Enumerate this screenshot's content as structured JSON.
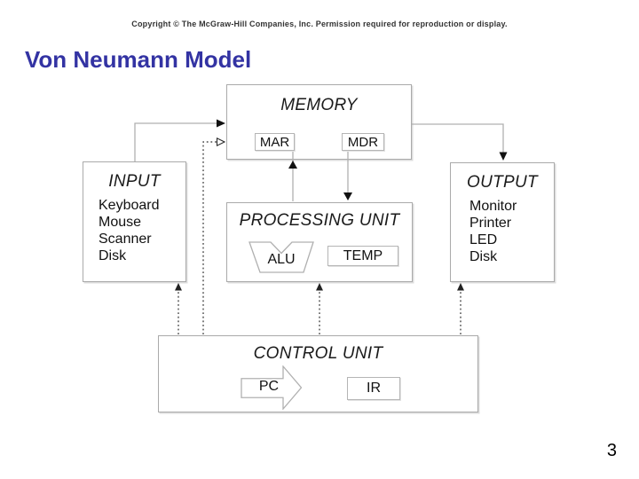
{
  "slide": {
    "copyright": "Copyright © The McGraw-Hill Companies, Inc. Permission required for reproduction or display.",
    "title": "Von Neumann Model",
    "page_number": "3",
    "colors": {
      "title": "#3333a3",
      "box_border": "#aaaaaa",
      "connector_line": "#b0b0b0",
      "arrowhead": "#111111"
    }
  },
  "diagram": {
    "memory": {
      "label": "MEMORY",
      "mar_label": "MAR",
      "mdr_label": "MDR"
    },
    "input": {
      "label": "INPUT",
      "devices": [
        "Keyboard",
        "Mouse",
        "Scanner",
        "Disk"
      ]
    },
    "output": {
      "label": "OUTPUT",
      "devices": [
        "Monitor",
        "Printer",
        "LED",
        "Disk"
      ]
    },
    "processing_unit": {
      "label": "PROCESSING UNIT",
      "alu_label": "ALU",
      "temp_label": "TEMP"
    },
    "control_unit": {
      "label": "CONTROL UNIT",
      "pc_label": "PC",
      "ir_label": "IR"
    }
  }
}
